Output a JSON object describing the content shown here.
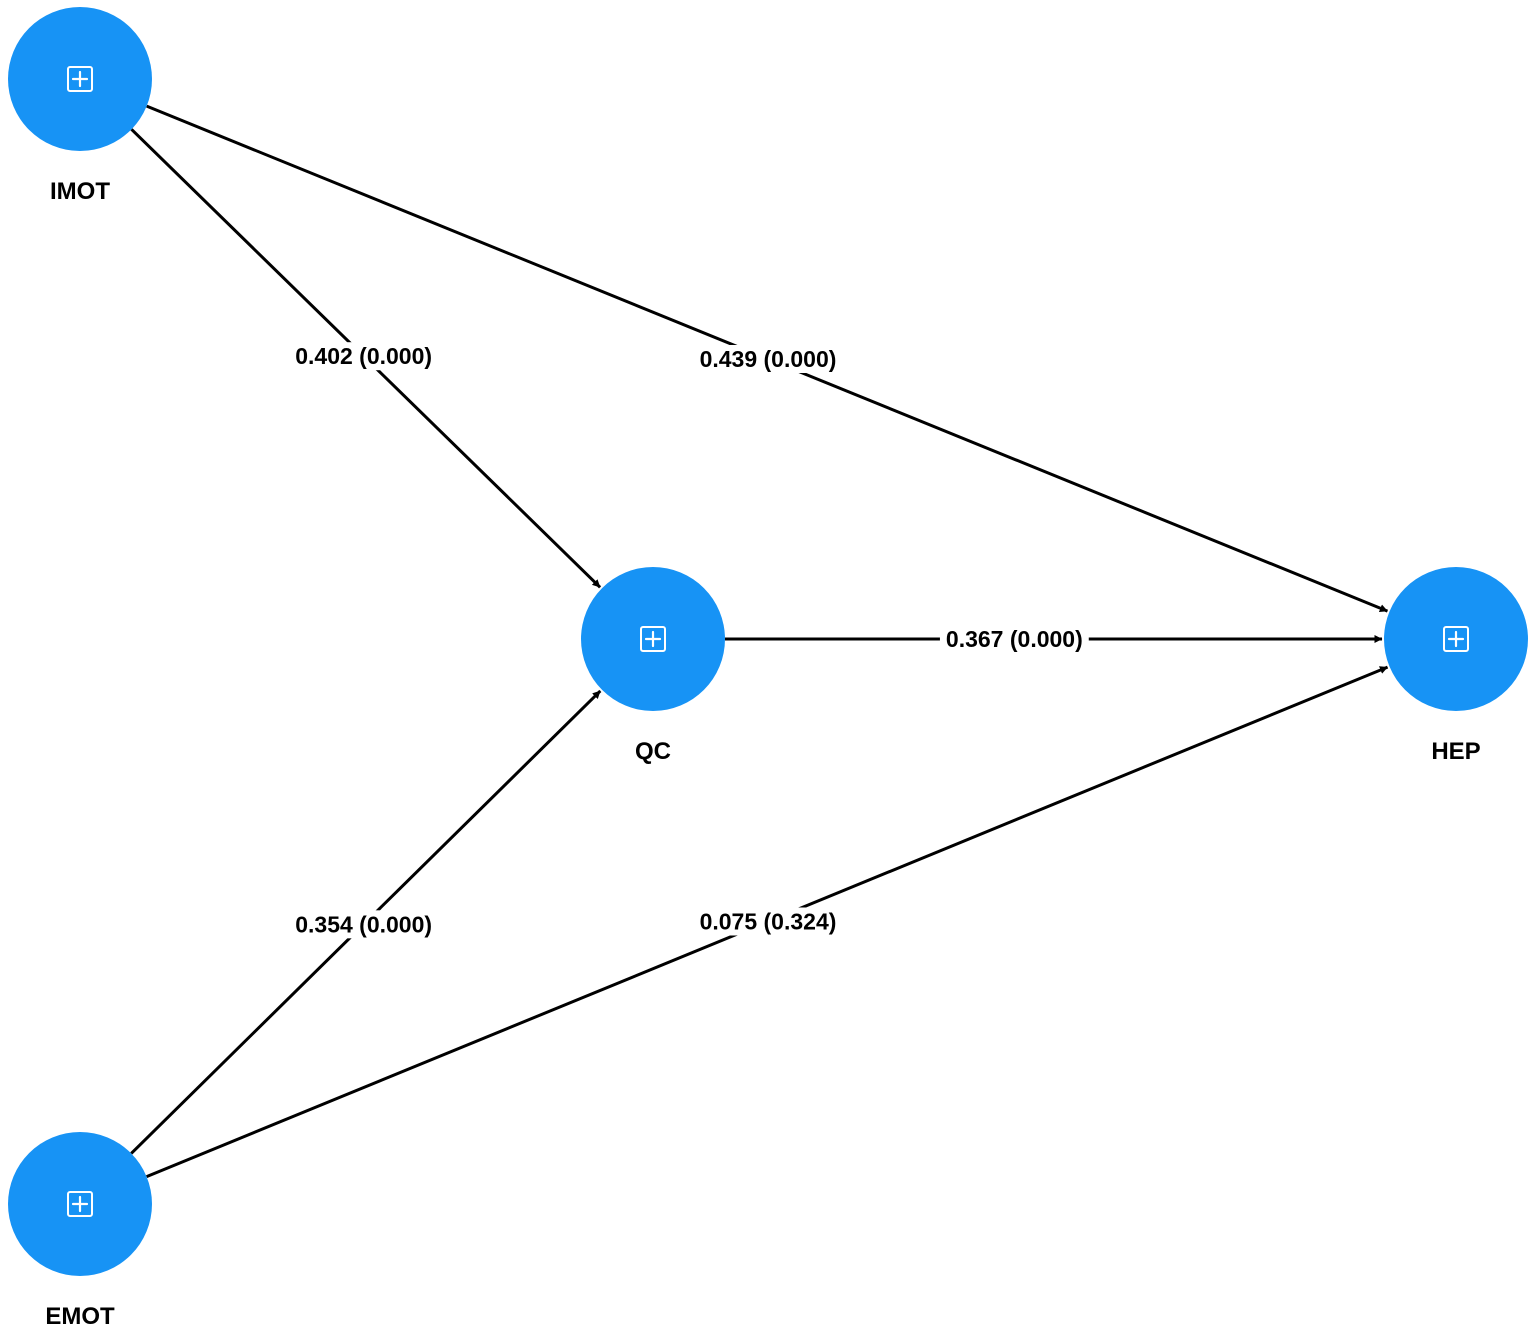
{
  "colors": {
    "node_fill": "#1793f5",
    "edge": "#000000",
    "background": "#ffffff"
  },
  "nodes": [
    {
      "id": "IMOT",
      "label": "IMOT",
      "icon": "expand-icon"
    },
    {
      "id": "EMOT",
      "label": "EMOT",
      "icon": "expand-icon"
    },
    {
      "id": "QC",
      "label": "QC",
      "icon": "expand-icon"
    },
    {
      "id": "HEP",
      "label": "HEP",
      "icon": "expand-icon"
    }
  ],
  "edges": [
    {
      "from": "IMOT",
      "to": "QC",
      "label": "0.402 (0.000)"
    },
    {
      "from": "IMOT",
      "to": "HEP",
      "label": "0.439 (0.000)"
    },
    {
      "from": "QC",
      "to": "HEP",
      "label": "0.367 (0.000)"
    },
    {
      "from": "EMOT",
      "to": "QC",
      "label": "0.354 (0.000)"
    },
    {
      "from": "EMOT",
      "to": "HEP",
      "label": "0.075 (0.324)"
    }
  ]
}
